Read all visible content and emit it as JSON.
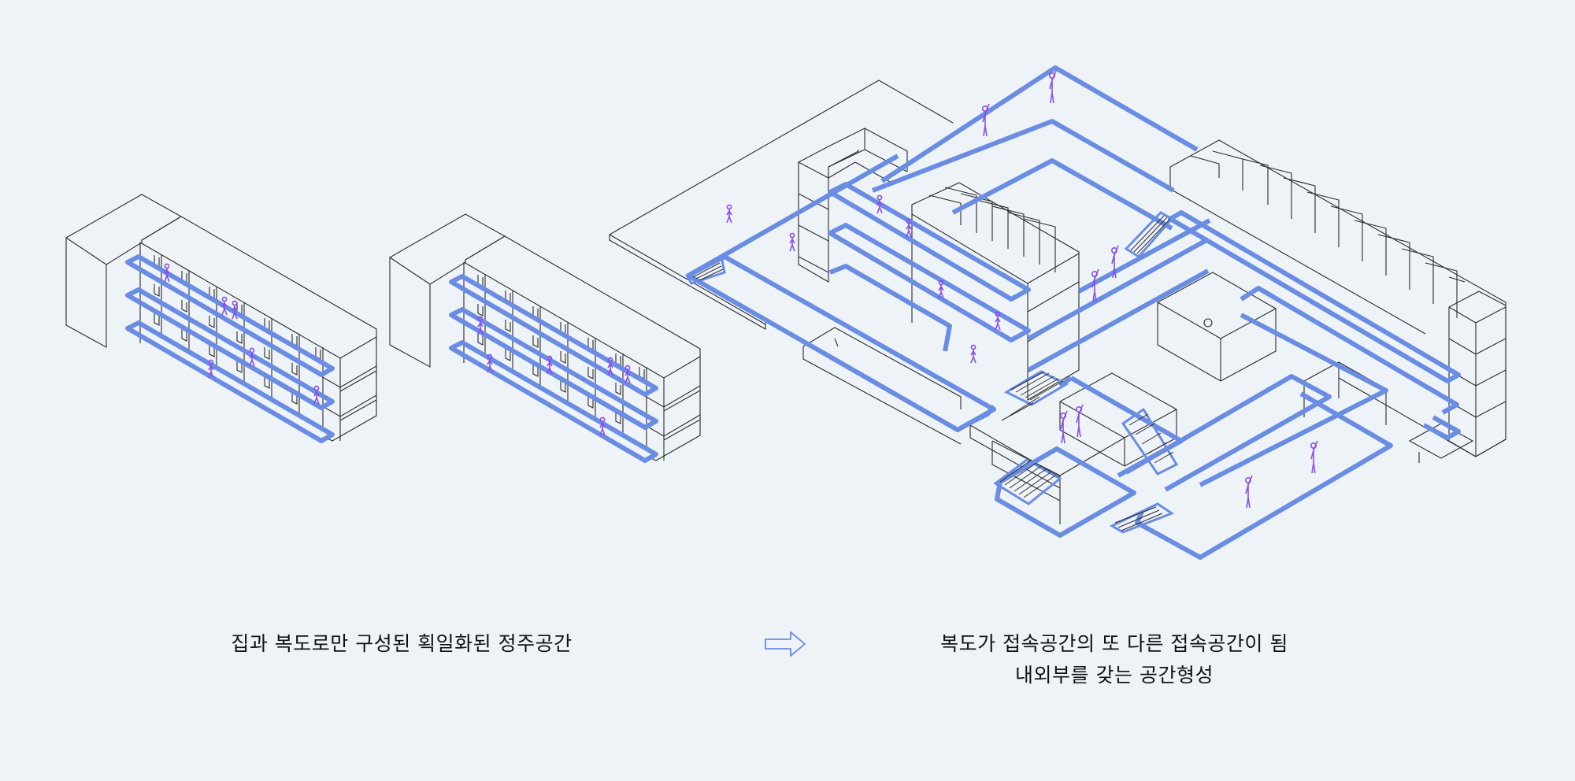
{
  "captions": {
    "left": "집과 복도로만 구성된 획일화된 정주공간",
    "right_line1": "복도가 접속공간의 또 다른 접속공간이 됨",
    "right_line2": "내외부를 갖는 공간형성"
  },
  "colors": {
    "background": "#eef3f8",
    "corridor": "#6a8de3",
    "people": "#8a4df0",
    "line": "#2a2a2a",
    "arrow": "#6a8de3"
  },
  "icons": [
    "right-arrow-icon",
    "person-figure-icon",
    "staircase-icon"
  ]
}
